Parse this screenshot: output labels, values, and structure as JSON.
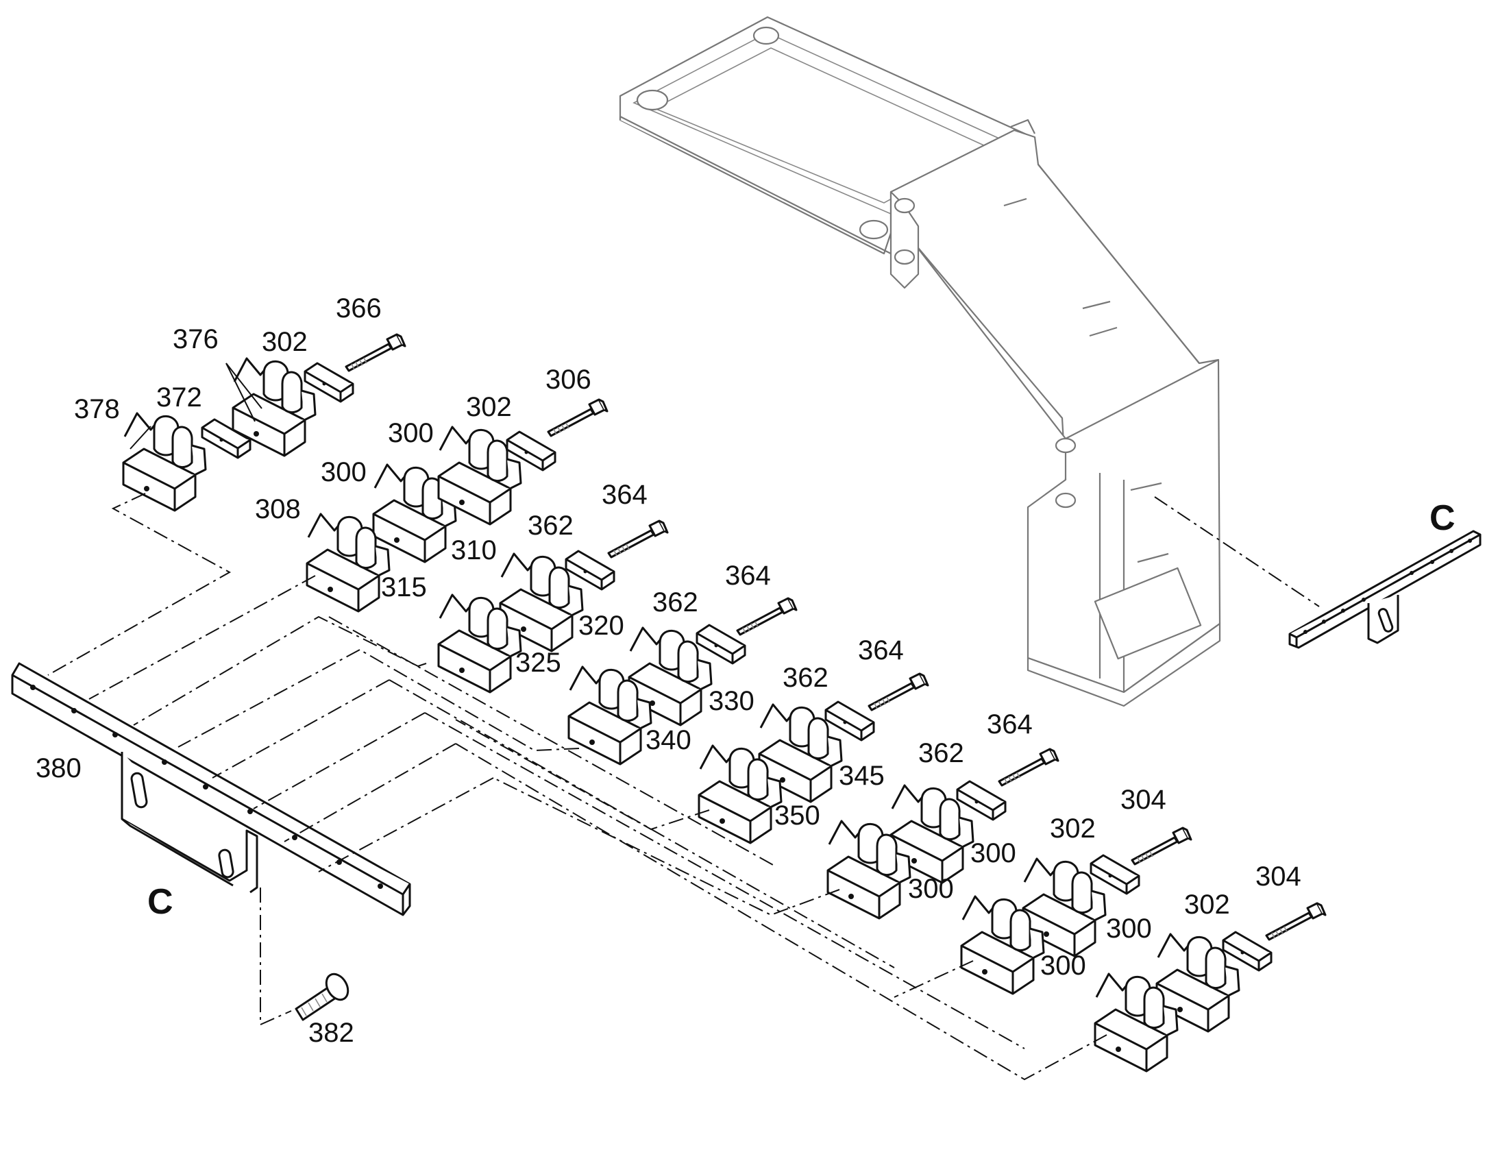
{
  "diagram": {
    "section_marks": [
      "C",
      "C"
    ],
    "callouts": [
      {
        "id": "c366",
        "text": "366"
      },
      {
        "id": "c376",
        "text": "376"
      },
      {
        "id": "c302a",
        "text": "302"
      },
      {
        "id": "c372",
        "text": "372"
      },
      {
        "id": "c378",
        "text": "378"
      },
      {
        "id": "c306",
        "text": "306"
      },
      {
        "id": "c302b",
        "text": "302"
      },
      {
        "id": "c300a",
        "text": "300"
      },
      {
        "id": "c300b",
        "text": "300"
      },
      {
        "id": "c364a",
        "text": "364"
      },
      {
        "id": "c308",
        "text": "308"
      },
      {
        "id": "c362a",
        "text": "362"
      },
      {
        "id": "c310",
        "text": "310"
      },
      {
        "id": "c364b",
        "text": "364"
      },
      {
        "id": "c315",
        "text": "315"
      },
      {
        "id": "c362b",
        "text": "362"
      },
      {
        "id": "c320",
        "text": "320"
      },
      {
        "id": "c364c",
        "text": "364"
      },
      {
        "id": "c325",
        "text": "325"
      },
      {
        "id": "c362c",
        "text": "362"
      },
      {
        "id": "c330",
        "text": "330"
      },
      {
        "id": "c364d",
        "text": "364"
      },
      {
        "id": "c340",
        "text": "340"
      },
      {
        "id": "c362d",
        "text": "362"
      },
      {
        "id": "c345",
        "text": "345"
      },
      {
        "id": "c304a",
        "text": "304"
      },
      {
        "id": "c350",
        "text": "350"
      },
      {
        "id": "c302c",
        "text": "302"
      },
      {
        "id": "c300c",
        "text": "300"
      },
      {
        "id": "c300d",
        "text": "300"
      },
      {
        "id": "c304b",
        "text": "304"
      },
      {
        "id": "c302d",
        "text": "302"
      },
      {
        "id": "c300e",
        "text": "300"
      },
      {
        "id": "c300f",
        "text": "300"
      },
      {
        "id": "c380",
        "text": "380"
      },
      {
        "id": "c382",
        "text": "382"
      }
    ]
  }
}
